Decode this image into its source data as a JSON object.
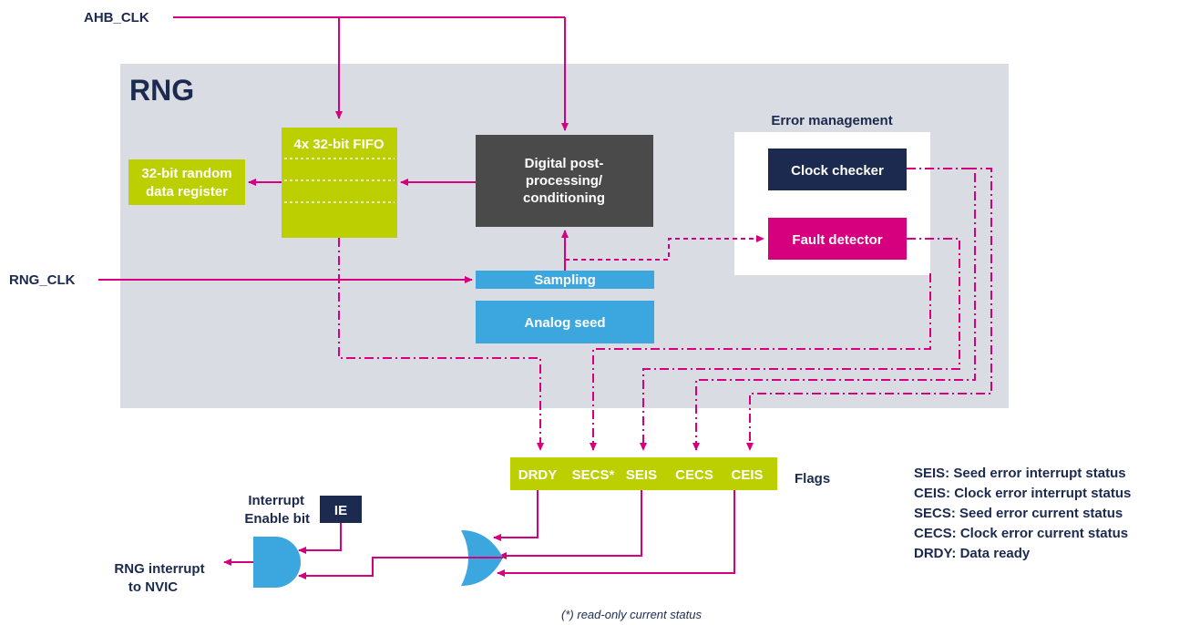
{
  "inputs": {
    "ahb_clk": "AHB_CLK",
    "rng_clk": "RNG_CLK"
  },
  "rng_block": {
    "title": "RNG"
  },
  "blocks": {
    "fifo": "4x 32-bit FIFO",
    "random_register": [
      "32-bit random",
      "data register"
    ],
    "digital_post": [
      "Digital post-",
      "processing/",
      "conditioning"
    ],
    "sampling": "Sampling",
    "analog_seed": "Analog seed"
  },
  "error_management": {
    "title": "Error management",
    "clock_checker": "Clock checker",
    "fault_detector": "Fault detector"
  },
  "flags": {
    "label": "Flags",
    "items": [
      "DRDY",
      "SECS*",
      "SEIS",
      "CECS",
      "CEIS"
    ]
  },
  "interrupt": {
    "enable_label": [
      "Interrupt",
      "Enable bit"
    ],
    "ie": "IE",
    "output": [
      "RNG interrupt",
      "to NVIC"
    ]
  },
  "legend": [
    {
      "abbr": "SEIS:",
      "text": "Seed error interrupt status"
    },
    {
      "abbr": "CEIS:",
      "text": "Clock error interrupt status"
    },
    {
      "abbr": "SECS:",
      "text": "Seed error current status"
    },
    {
      "abbr": "CECS:",
      "text": "Clock error current status"
    },
    {
      "abbr": "DRDY:",
      "text": "Data ready"
    }
  ],
  "footnote": "(*) read-only current status",
  "colors": {
    "magenta": "#d6007e",
    "lime": "#bccf00",
    "navy": "#1b2a4e",
    "dark_gray": "#4a4a4a",
    "sky_blue": "#3ca6de",
    "panel_gray": "#d9dce2"
  }
}
